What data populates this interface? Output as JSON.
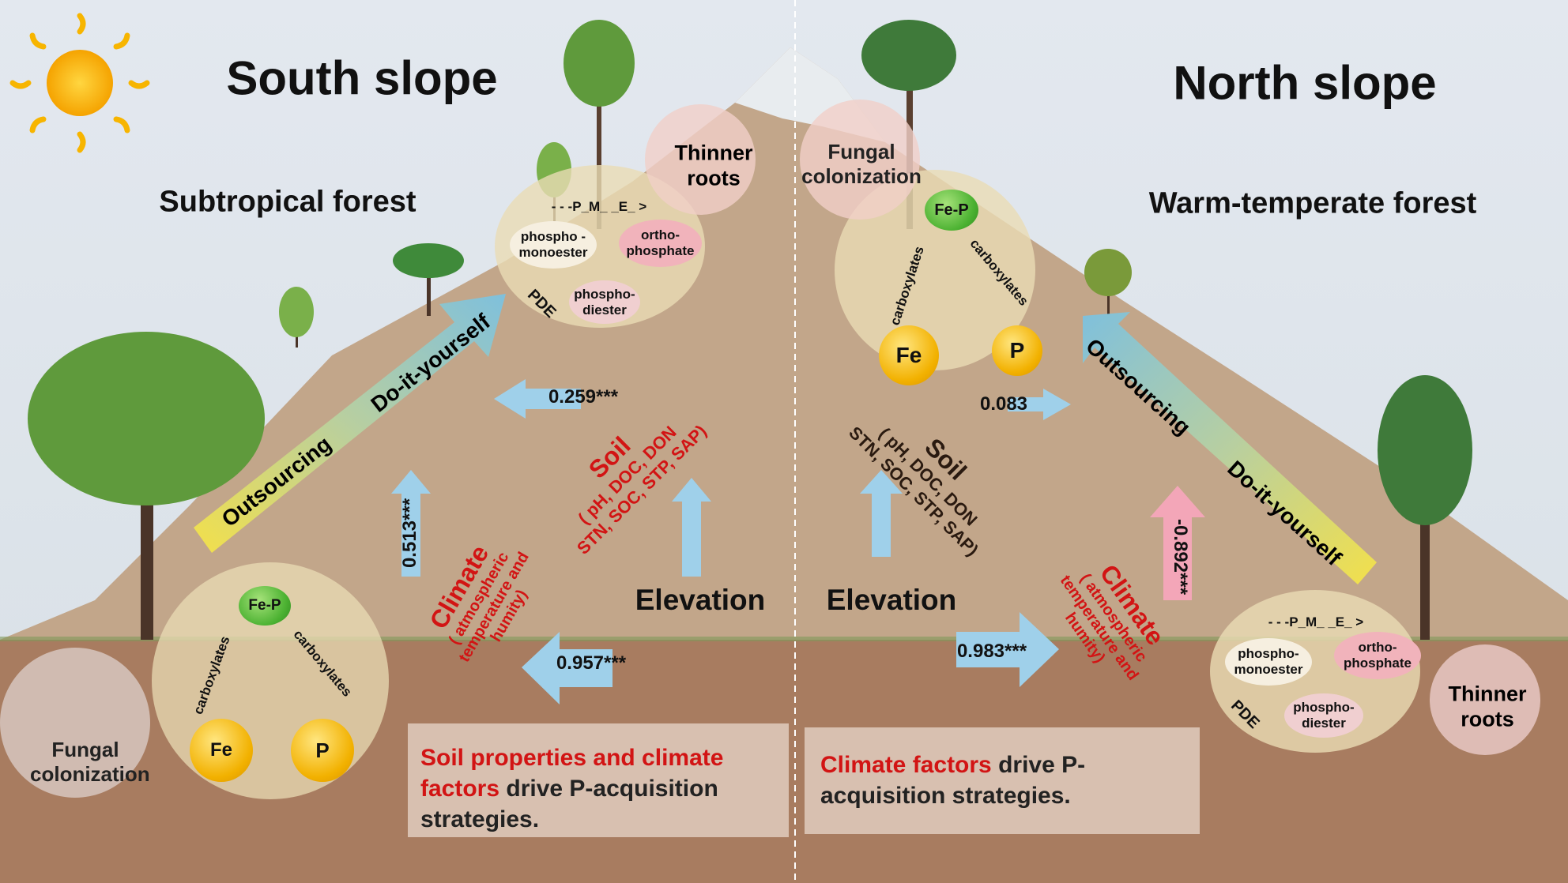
{
  "south": {
    "title": "South slope",
    "forest": "Subtropical forest",
    "strategy_low": "Outsourcing",
    "strategy_high": "Do-it-yourself",
    "elevation": "Elevation",
    "coef_soil": "0.259***",
    "coef_elev_soil": "0.513***",
    "coef_climate": "0.957***",
    "soil_label": "Soil",
    "soil_vars_1": "( pH, DOC, DON",
    "soil_vars_2": "STN, SOC, STP, SAP)",
    "climate_label": "Climate",
    "climate_vars_1": "( atmospheric",
    "climate_vars_2": "temperature and",
    "climate_vars_3": "humity)",
    "summary_red": "Soil properties and climate factors",
    "summary_black": " drive P-acquisition strategies.",
    "fungal": "Fungal colonization",
    "roots_1": "Thinner",
    "roots_2": "roots"
  },
  "north": {
    "title": "North slope",
    "forest": "Warm-temperate forest",
    "strategy_low": "Do-it-yourself",
    "strategy_high": "Outsourcing",
    "elevation": "Elevation",
    "coef_soil": "0.083",
    "coef_climate": "0.983***",
    "coef_elev_climate": "-0.892***",
    "soil_label": "Soil",
    "soil_vars_1": "( pH, DOC, DON",
    "soil_vars_2": "STN, SOC, STP, SAP)",
    "climate_label": "Climate",
    "climate_vars_1": "( atmospheric",
    "climate_vars_2": "temperature and",
    "climate_vars_3": "humity)",
    "summary_red": "Climate factors",
    "summary_black": " drive P-acquisition strategies.",
    "fungal_1": "Fungal",
    "fungal_2": "colonization",
    "roots_1": "Thinner",
    "roots_2": "roots"
  },
  "pools": {
    "fep": "Fe-P",
    "fe": "Fe",
    "p": "P",
    "carbox": "carboxylates",
    "pme": "- - -P_M_ _E_ >",
    "pde": "PDE",
    "monoester": "phospho - monoester",
    "monoester_r": "phospho- monoester",
    "ortho": "ortho- phosphate",
    "diester": "phospho- diester"
  },
  "colors": {
    "sky": "#dde5ec",
    "mountain": "#c2a68a",
    "ground": "#a87c60",
    "red": "#d21414",
    "arrow_blue": "#9fd0ea",
    "arrow_pink": "#f3a6b8"
  }
}
